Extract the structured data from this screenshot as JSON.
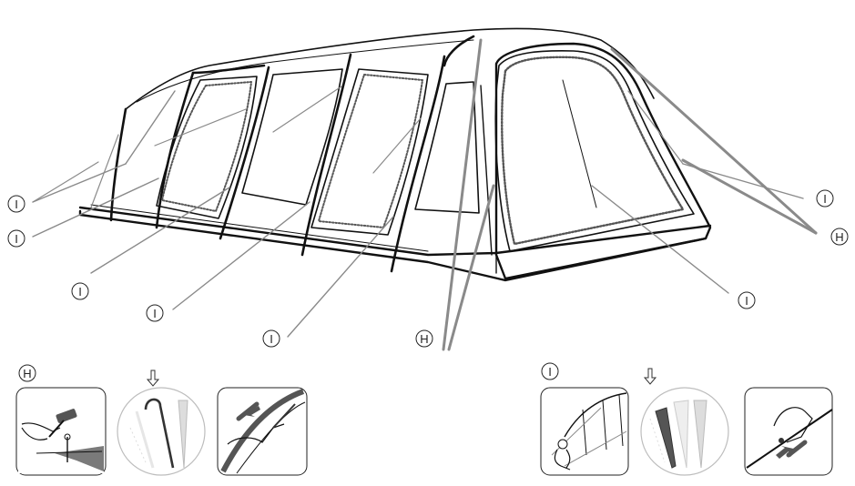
{
  "colors": {
    "ink": "#111111",
    "guy_line": "#8a8a8a",
    "fabric": "#ffffff",
    "muted": "#bdbdbd",
    "arrow": "#6f6f6f"
  },
  "callouts": {
    "I_left_upper": "I",
    "I_left_lower": "I",
    "I_front_1": "I",
    "I_front_2": "I",
    "I_front_3": "I",
    "H_front": "H",
    "I_right_upper": "I",
    "H_right": "H",
    "I_right_lower": "I"
  },
  "steps": {
    "H": {
      "label": "H",
      "icons": [
        "hammer-icon",
        "hook-peg-icon",
        "pull-arrow-icon"
      ]
    },
    "I": {
      "label": "I",
      "icons": [
        "tent-guy-icon",
        "v-peg-icon",
        "push-arrow-icon"
      ]
    }
  }
}
